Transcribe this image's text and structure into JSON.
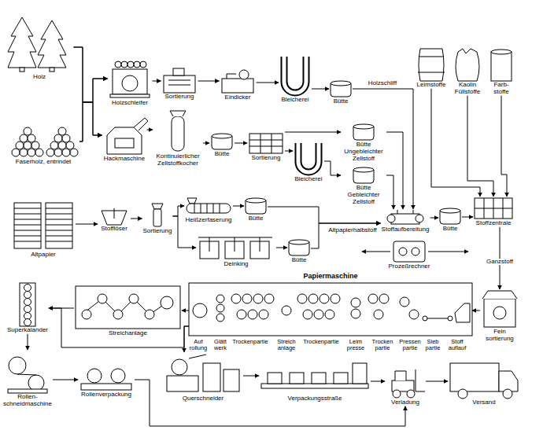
{
  "diagram": {
    "nodes": [
      {
        "text": [
          "Holz"
        ]
      },
      {
        "text": [
          "Faserholz, entrindet"
        ]
      },
      {
        "text": [
          "Holzschleifer"
        ]
      },
      {
        "text": [
          "Sortierung"
        ]
      },
      {
        "text": [
          "Eindicker"
        ]
      },
      {
        "text": [
          "Bleicherei"
        ]
      },
      {
        "text": [
          "Bütte"
        ]
      },
      {
        "text": [
          "Hackmaschine"
        ]
      },
      {
        "text": [
          "Kontinuierlicher Zellstoffkocher"
        ]
      },
      {
        "text": [
          "Bütte"
        ]
      },
      {
        "text": [
          "Sortierung"
        ]
      },
      {
        "text": [
          "Bleicherei"
        ]
      },
      {
        "text": [
          "Bütte",
          "Ungebleichter Zellstoff"
        ]
      },
      {
        "text": [
          "Bütte",
          "Gebleichter Zellstoff"
        ]
      },
      {
        "text": [
          "Altpapier"
        ]
      },
      {
        "text": [
          "Stofflöser"
        ]
      },
      {
        "text": [
          "Sortierung"
        ]
      },
      {
        "text": [
          "Heißzerfaserung"
        ]
      },
      {
        "text": [
          "Bütte"
        ]
      },
      {
        "text": [
          "Deinking"
        ]
      },
      {
        "text": [
          "Bütte"
        ]
      },
      {
        "text": [
          "Stoffaufbereitung"
        ]
      },
      {
        "text": [
          "Bütte"
        ]
      },
      {
        "text": [
          "Leimstoffe"
        ]
      },
      {
        "text": [
          "Kaolin Füllstoffe"
        ]
      },
      {
        "text": [
          "Farb- stoffe"
        ]
      },
      {
        "text": [
          "Stoffzentrale"
        ]
      },
      {
        "text": [
          "Prozeßrechner"
        ]
      },
      {
        "text": [
          "Fein sortierung"
        ]
      },
      {
        "text": [
          "Papiermaschine"
        ]
      },
      {
        "text": [
          "Streichanlage"
        ]
      },
      {
        "text": [
          "Superkalander"
        ]
      },
      {
        "text": [
          "Rollen- schneidmaschine"
        ]
      },
      {
        "text": [
          "Rollenverpackung"
        ]
      },
      {
        "text": [
          "Querschneider"
        ]
      },
      {
        "text": [
          "Verpackungsstraße"
        ]
      },
      {
        "text": [
          "Verladung"
        ]
      },
      {
        "text": [
          "Versand"
        ]
      }
    ],
    "edges": [
      {
        "from": 0,
        "to": 2,
        "arrow": "to"
      },
      {
        "from": 0,
        "to": 7,
        "arrow": "to"
      },
      {
        "from": 1,
        "to": 2,
        "arrow": "to"
      },
      {
        "from": 1,
        "to": 7,
        "arrow": "to"
      },
      {
        "from": 2,
        "to": 3,
        "arrow": "to"
      },
      {
        "from": 3,
        "to": 4,
        "arrow": "to"
      },
      {
        "from": 4,
        "to": 5,
        "arrow": "to"
      },
      {
        "from": 5,
        "to": 6,
        "arrow": "to"
      },
      {
        "from": 6,
        "to": 21,
        "label": "Holzschliff",
        "arrow": "to"
      },
      {
        "from": 7,
        "to": 8,
        "arrow": "to"
      },
      {
        "from": 8,
        "to": 9,
        "arrow": "to"
      },
      {
        "from": 9,
        "to": 10,
        "arrow": "to"
      },
      {
        "from": 10,
        "to": 12,
        "arrow": "to"
      },
      {
        "from": 10,
        "to": 11,
        "arrow": "to"
      },
      {
        "from": 11,
        "to": 13,
        "arrow": "to"
      },
      {
        "from": 12,
        "to": 21,
        "arrow": "to"
      },
      {
        "from": 13,
        "to": 21,
        "arrow": "to"
      },
      {
        "from": 14,
        "to": 15,
        "arrow": "to"
      },
      {
        "from": 15,
        "to": 16,
        "arrow": "to"
      },
      {
        "from": 16,
        "to": 17,
        "arrow": "to"
      },
      {
        "from": 16,
        "to": 19,
        "arrow": "to"
      },
      {
        "from": 17,
        "to": 18,
        "arrow": "to"
      },
      {
        "from": 19,
        "to": 20,
        "arrow": "to"
      },
      {
        "from": 18,
        "to": 21,
        "label": "Altpapierhalbstoff",
        "arrow": "to"
      },
      {
        "from": 20,
        "to": 21,
        "arrow": "to"
      },
      {
        "from": 21,
        "to": 22,
        "arrow": "to"
      },
      {
        "from": 22,
        "to": 26,
        "arrow": "to"
      },
      {
        "from": 23,
        "to": 26,
        "arrow": "to"
      },
      {
        "from": 24,
        "to": 26,
        "arrow": "to"
      },
      {
        "from": 25,
        "to": 26,
        "arrow": "to"
      },
      {
        "from": 26,
        "to": 28,
        "label": "Ganzstoff",
        "arrow": "to"
      },
      {
        "from": 28,
        "to": 29,
        "arrow": "to"
      },
      {
        "from": 29,
        "to": 30,
        "arrow": "to"
      },
      {
        "from": 29,
        "to": 31,
        "arrow": "to"
      },
      {
        "from": 29,
        "to": 34,
        "arrow": "to"
      },
      {
        "from": 30,
        "to": 31,
        "arrow": "to"
      },
      {
        "from": 31,
        "to": 32,
        "arrow": "to"
      },
      {
        "from": 32,
        "to": 33,
        "arrow": "to"
      },
      {
        "from": 33,
        "to": 36,
        "arrow": "to"
      },
      {
        "from": 34,
        "to": 35,
        "arrow": "to"
      },
      {
        "from": 35,
        "to": 36,
        "arrow": "to"
      },
      {
        "from": 36,
        "to": 37,
        "arrow": "to"
      }
    ],
    "labels": [
      "Auf rollung",
      "Glätt werk",
      "Trockenpartie",
      "Streich anlage",
      "Trockenpartie",
      "Leim presse",
      "Trocken partie",
      "Pressen partie",
      "Sieb partie",
      "Stoff auflauf"
    ]
  }
}
